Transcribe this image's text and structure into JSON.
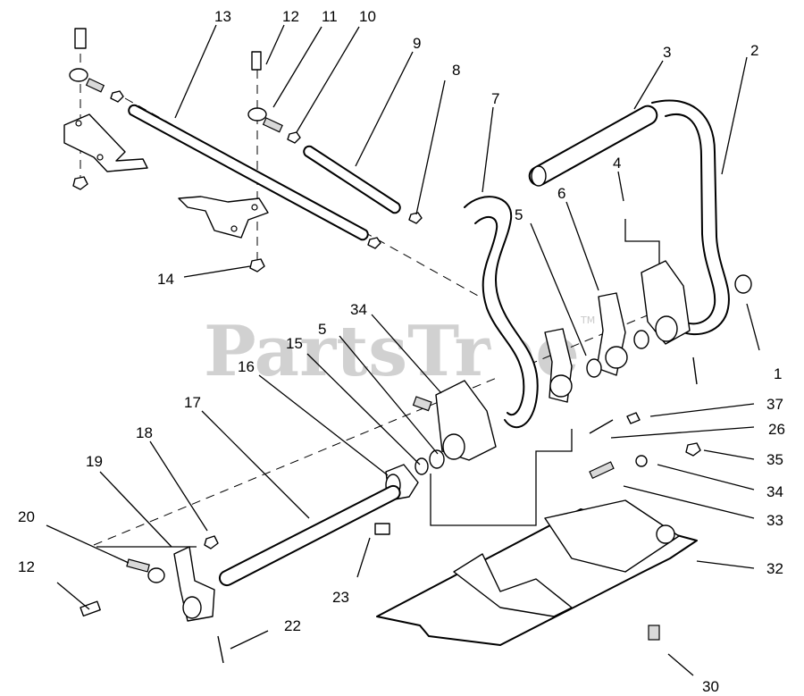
{
  "watermark": {
    "text": "PartsTree",
    "trademark": "TM"
  },
  "callouts": [
    {
      "id": "c1",
      "label": "1"
    },
    {
      "id": "c2",
      "label": "2"
    },
    {
      "id": "c3",
      "label": "3"
    },
    {
      "id": "c4",
      "label": "4"
    },
    {
      "id": "c5a",
      "label": "5"
    },
    {
      "id": "c5b",
      "label": "5"
    },
    {
      "id": "c6",
      "label": "6"
    },
    {
      "id": "c7",
      "label": "7"
    },
    {
      "id": "c8",
      "label": "8"
    },
    {
      "id": "c9",
      "label": "9"
    },
    {
      "id": "c10",
      "label": "10"
    },
    {
      "id": "c11",
      "label": "11"
    },
    {
      "id": "c12a",
      "label": "12"
    },
    {
      "id": "c12b",
      "label": "12"
    },
    {
      "id": "c13",
      "label": "13"
    },
    {
      "id": "c14",
      "label": "14"
    },
    {
      "id": "c15",
      "label": "15"
    },
    {
      "id": "c16",
      "label": "16"
    },
    {
      "id": "c17",
      "label": "17"
    },
    {
      "id": "c18",
      "label": "18"
    },
    {
      "id": "c19",
      "label": "19"
    },
    {
      "id": "c20",
      "label": "20"
    },
    {
      "id": "c22",
      "label": "22"
    },
    {
      "id": "c23",
      "label": "23"
    },
    {
      "id": "c26",
      "label": "26"
    },
    {
      "id": "c30",
      "label": "30"
    },
    {
      "id": "c32",
      "label": "32"
    },
    {
      "id": "c33",
      "label": "33"
    },
    {
      "id": "c34a",
      "label": "34"
    },
    {
      "id": "c34b",
      "label": "34"
    },
    {
      "id": "c35",
      "label": "35"
    },
    {
      "id": "c37",
      "label": "37"
    }
  ]
}
